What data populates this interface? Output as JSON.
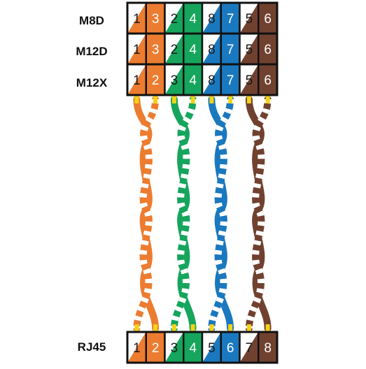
{
  "colors": {
    "orange": "#ec7c30",
    "green": "#16a55c",
    "blue": "#1a78bf",
    "brown": "#714130",
    "white": "#ffffff",
    "pin_tip": "#f2d316",
    "outline": "#111111"
  },
  "connectors": [
    {
      "label": "M8D",
      "pins": [
        {
          "num": "1",
          "style": "half",
          "color": "orange"
        },
        {
          "num": "3",
          "style": "solid",
          "color": "orange"
        },
        {
          "num": "2",
          "style": "half",
          "color": "green"
        },
        {
          "num": "4",
          "style": "solid",
          "color": "green"
        },
        {
          "num": "8",
          "style": "half",
          "color": "blue"
        },
        {
          "num": "7",
          "style": "solid",
          "color": "blue"
        },
        {
          "num": "5",
          "style": "half",
          "color": "brown"
        },
        {
          "num": "6",
          "style": "solid",
          "color": "brown"
        }
      ]
    },
    {
      "label": "M12D",
      "pins": [
        {
          "num": "1",
          "style": "half",
          "color": "orange"
        },
        {
          "num": "3",
          "style": "solid",
          "color": "orange"
        },
        {
          "num": "2",
          "style": "half",
          "color": "green"
        },
        {
          "num": "4",
          "style": "solid",
          "color": "green"
        },
        {
          "num": "8",
          "style": "half",
          "color": "blue"
        },
        {
          "num": "7",
          "style": "solid",
          "color": "blue"
        },
        {
          "num": "5",
          "style": "half",
          "color": "brown"
        },
        {
          "num": "6",
          "style": "solid",
          "color": "brown"
        }
      ]
    },
    {
      "label": "M12X",
      "pins": [
        {
          "num": "1",
          "style": "half",
          "color": "orange"
        },
        {
          "num": "2",
          "style": "solid",
          "color": "orange"
        },
        {
          "num": "3",
          "style": "half",
          "color": "green"
        },
        {
          "num": "4",
          "style": "solid",
          "color": "green"
        },
        {
          "num": "8",
          "style": "half",
          "color": "blue"
        },
        {
          "num": "7",
          "style": "solid",
          "color": "blue"
        },
        {
          "num": "5",
          "style": "half",
          "color": "brown"
        },
        {
          "num": "6",
          "style": "solid",
          "color": "brown"
        }
      ]
    },
    {
      "label": "RJ45",
      "pins": [
        {
          "num": "1",
          "style": "half",
          "color": "orange"
        },
        {
          "num": "2",
          "style": "solid",
          "color": "orange"
        },
        {
          "num": "3",
          "style": "half",
          "color": "green"
        },
        {
          "num": "4",
          "style": "solid",
          "color": "green"
        },
        {
          "num": "5",
          "style": "half",
          "color": "blue"
        },
        {
          "num": "6",
          "style": "solid",
          "color": "blue"
        },
        {
          "num": "7",
          "style": "half",
          "color": "brown"
        },
        {
          "num": "8",
          "style": "solid",
          "color": "brown"
        }
      ]
    }
  ],
  "wire_pairs": [
    {
      "color": "orange"
    },
    {
      "color": "green"
    },
    {
      "color": "blue"
    },
    {
      "color": "brown"
    }
  ]
}
